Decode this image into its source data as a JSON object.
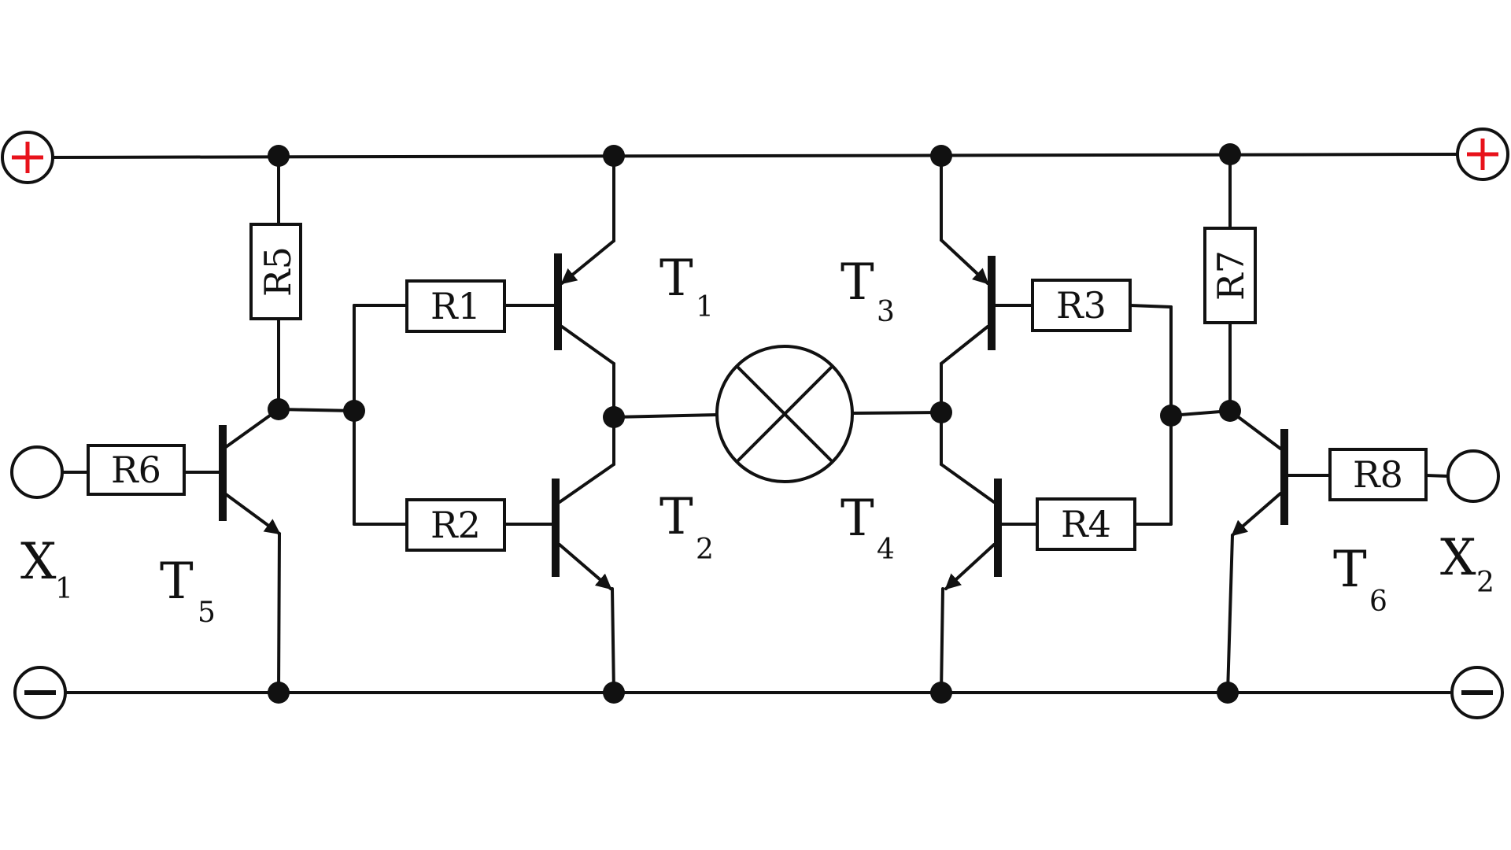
{
  "diagram": {
    "resistors": {
      "r1": "R1",
      "r2": "R2",
      "r3": "R3",
      "r4": "R4",
      "r5": "R5",
      "r6": "R6",
      "r7": "R7",
      "r8": "R8"
    },
    "transistors": {
      "t1": {
        "letter": "T",
        "index": "1"
      },
      "t2": {
        "letter": "T",
        "index": "2"
      },
      "t3": {
        "letter": "T",
        "index": "3"
      },
      "t4": {
        "letter": "T",
        "index": "4"
      },
      "t5": {
        "letter": "T",
        "index": "5"
      },
      "t6": {
        "letter": "T",
        "index": "6"
      }
    },
    "inputs": {
      "x1": {
        "letter": "X",
        "index": "1"
      },
      "x2": {
        "letter": "X",
        "index": "2"
      }
    },
    "colors": {
      "wire": "#111111",
      "terminal_plus": "#e8121b"
    },
    "icons": {
      "supply_plus": "plus-terminal-icon",
      "supply_minus": "minus-terminal-icon",
      "lamp": "lamp-icon"
    }
  }
}
